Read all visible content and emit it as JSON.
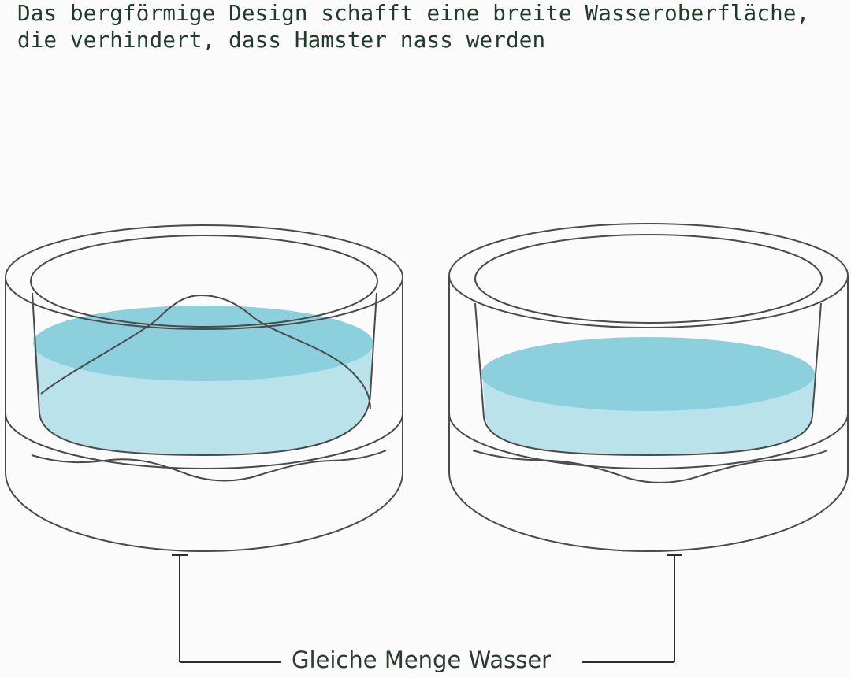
{
  "headline": "Das bergförmige Design schafft eine breite Wasseroberfläche, die verhindert, dass Hamster nass werden",
  "caption": "Gleiche Menge Wasser",
  "colors": {
    "outline": "#4a4a4a",
    "water_surface": "#8dd0dd",
    "water_body": "#b9e2ea",
    "text": "#1f3b2b",
    "background": "#fbfbfb"
  },
  "bowls": [
    {
      "label": "",
      "design": "mountain"
    },
    {
      "label": "",
      "design": "flat"
    }
  ]
}
